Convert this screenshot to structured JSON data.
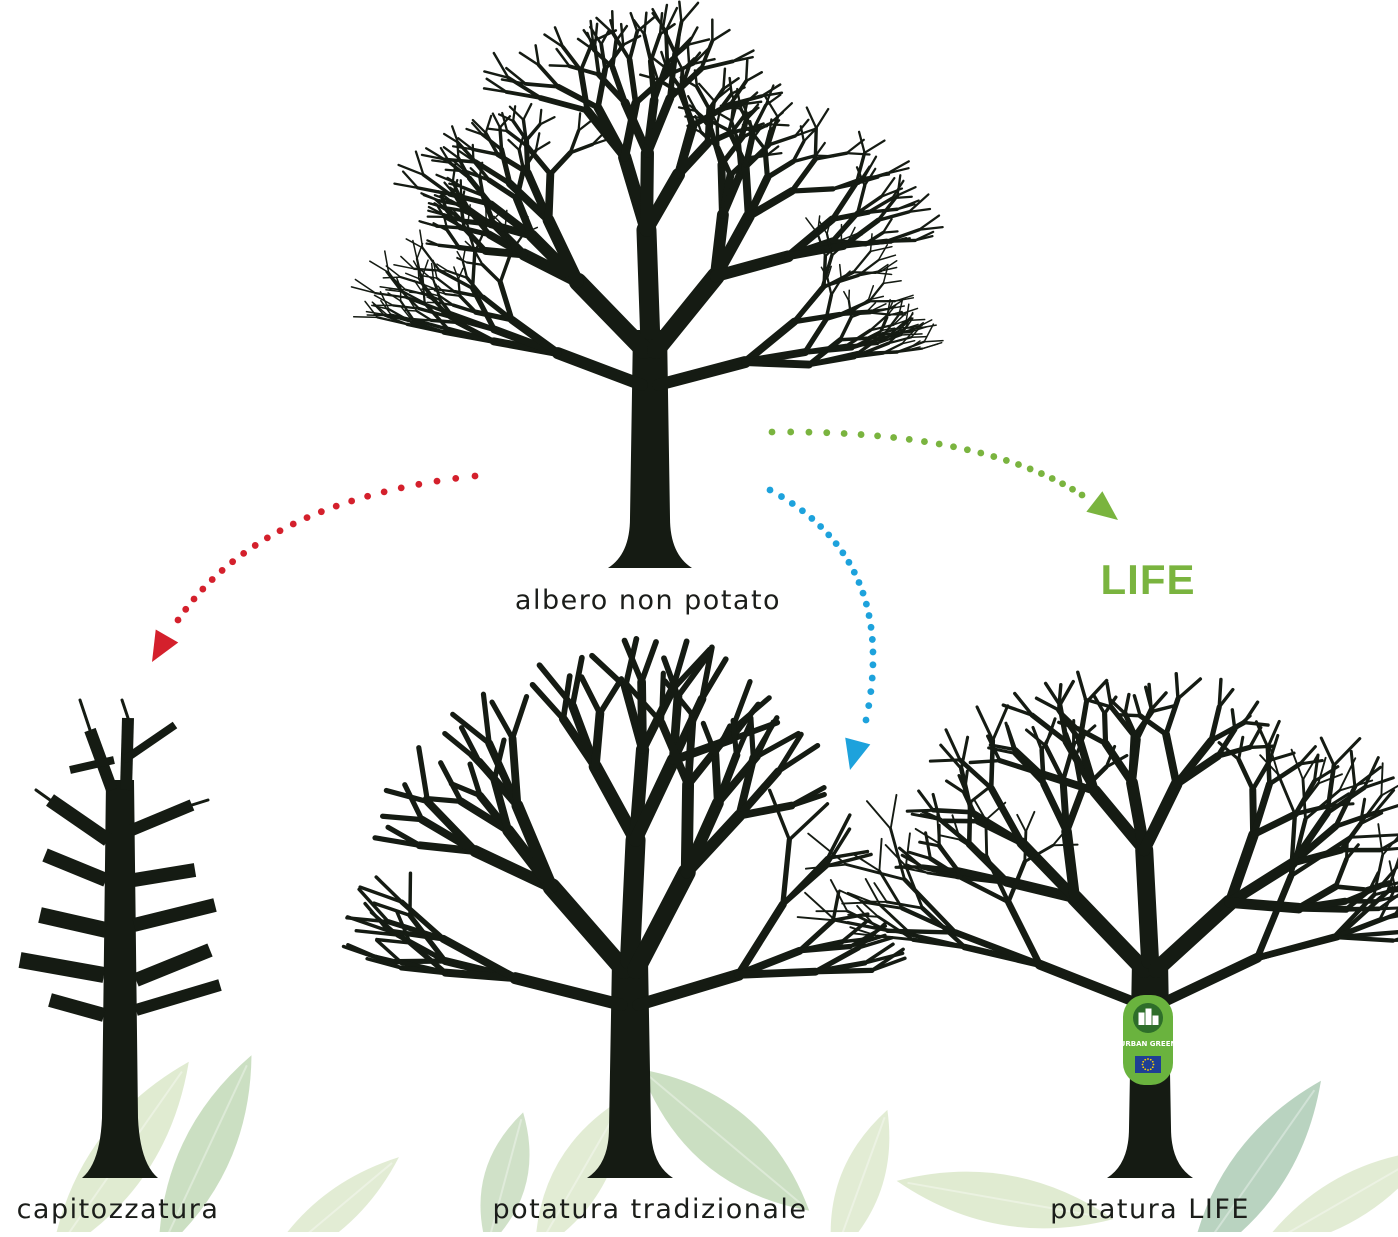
{
  "colors": {
    "tree": "#151b13",
    "arrow_topping": "#d4202c",
    "arrow_traditional": "#1da2dc",
    "arrow_life": "#7ab43f",
    "leaf_light": "#dbe7c9",
    "leaf_mid": "#a9c99a",
    "leaf_dark": "#7fae8c",
    "badge": "#6ab33e"
  },
  "labels": {
    "unpruned": "albero non potato",
    "topping": "capitozzatura",
    "traditional": "potatura tradizionale",
    "life_method": "potatura LIFE",
    "life_heading": "LIFE"
  },
  "badge": {
    "icon": "urban-green-life-logo",
    "text": "URBAN GREEN"
  }
}
